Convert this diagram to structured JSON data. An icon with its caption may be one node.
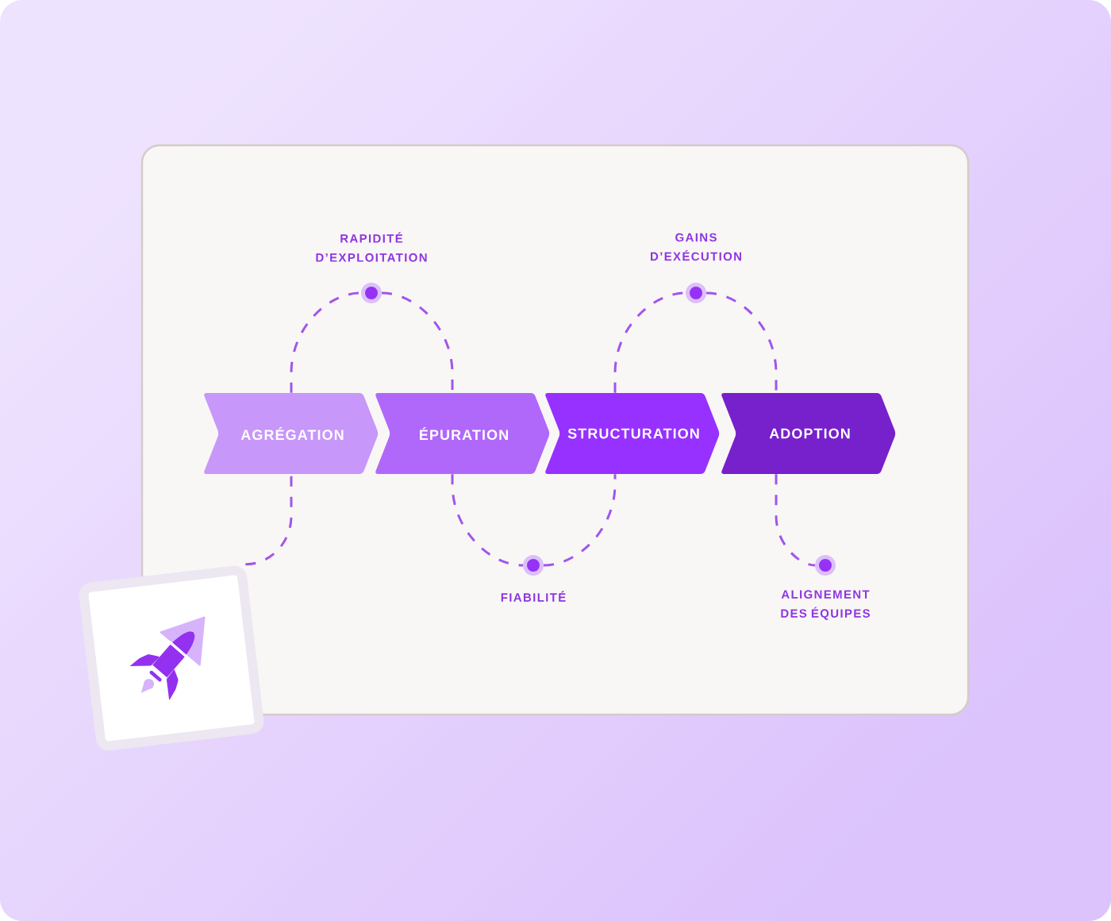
{
  "diagram": {
    "nodes": [
      {
        "text": [
          "AGRÉGATION"
        ]
      },
      {
        "text": [
          "ÉPURATION"
        ]
      },
      {
        "text": [
          "STRUCTURATION"
        ]
      },
      {
        "text": [
          "ADOPTION"
        ]
      },
      {
        "text": [],
        "shape": "picture"
      },
      {
        "text": [],
        "shape": "circle",
        "beside": [
          "RAPIDITÉ D’EXPLOITATION"
        ]
      },
      {
        "text": [],
        "shape": "circle",
        "beside": [
          "FIABILITÉ"
        ]
      },
      {
        "text": [],
        "shape": "circle",
        "beside": [
          "GAINS D’EXÉCUTION"
        ]
      },
      {
        "text": [],
        "shape": "circle",
        "beside": [
          "ALIGNEMENT DES ÉQUIPES"
        ]
      }
    ],
    "edges": [
      {
        "from": 4,
        "to": 0,
        "arrow": "none",
        "style": "dashed"
      },
      {
        "from": 0,
        "to": 5,
        "arrow": "none",
        "style": "dashed"
      },
      {
        "from": 5,
        "to": 1,
        "arrow": "none",
        "style": "dashed"
      },
      {
        "from": 1,
        "to": 6,
        "arrow": "none",
        "style": "dashed"
      },
      {
        "from": 6,
        "to": 2,
        "arrow": "none",
        "style": "dashed"
      },
      {
        "from": 2,
        "to": 7,
        "arrow": "none",
        "style": "dashed"
      },
      {
        "from": 7,
        "to": 3,
        "arrow": "none",
        "style": "dashed"
      },
      {
        "from": 3,
        "to": 8,
        "arrow": "none",
        "style": "dashed"
      }
    ]
  }
}
